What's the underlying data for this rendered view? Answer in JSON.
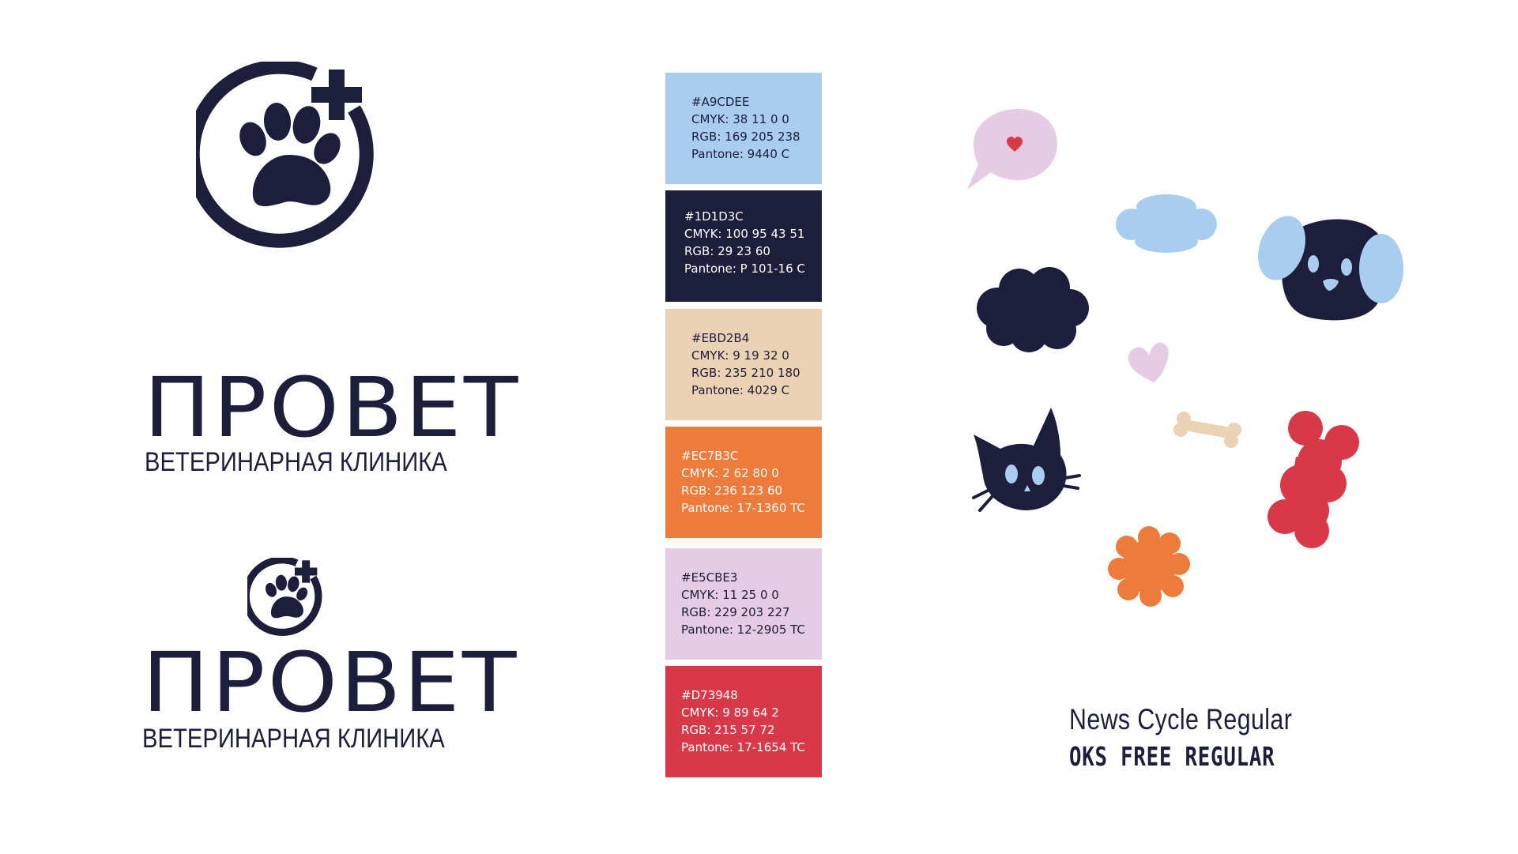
{
  "brand": {
    "name": "ПРОВЕТ",
    "tagline": "ВЕТЕРИНАРНАЯ КЛИНИКА"
  },
  "palette": [
    {
      "hex": "#A9CDEE",
      "cmyk": "CMYK: 38 11 0 0",
      "rgb": "RGB: 169 205 238",
      "pantone": "Pantone: 9440 C",
      "bg": "#A9CDEE",
      "fg": "#1d1d3c"
    },
    {
      "hex": "#1D1D3C",
      "cmyk": "CMYK: 100 95 43 51",
      "rgb": "RGB: 29 23 60",
      "pantone": "Pantone: P 101-16 C",
      "bg": "#1D1D3C",
      "fg": "#ffffff"
    },
    {
      "hex": "#EBD2B4",
      "cmyk": "CMYK: 9 19 32 0",
      "rgb": "RGB: 235 210 180",
      "pantone": "Pantone: 4029 C",
      "bg": "#EBD2B4",
      "fg": "#1d1d3c"
    },
    {
      "hex": "#EC7B3C",
      "cmyk": "CMYK: 2 62 80 0",
      "rgb": "RGB: 236 123 60",
      "pantone": "Pantone: 17-1360 TC",
      "bg": "#EC7B3C",
      "fg": "#ffffff"
    },
    {
      "hex": "#E5CBE3",
      "cmyk": "CMYK: 11 25 0 0",
      "rgb": "RGB: 229 203 227",
      "pantone": "Pantone: 12-2905 TC",
      "bg": "#E5CBE3",
      "fg": "#1d1d3c"
    },
    {
      "hex": "#D73948",
      "cmyk": "CMYK: 9 89 64 2",
      "rgb": "RGB: 215 57 72",
      "pantone": "Pantone: 17-1654 TC",
      "bg": "#D73948",
      "fg": "#ffffff"
    }
  ],
  "fonts": {
    "primary": "News Cycle Regular",
    "secondary": "OKS FREE REGULAR"
  },
  "icons": [
    "paw-plus-logo-icon",
    "speech-bubble-heart-icon",
    "cloud-icon",
    "dog-face-icon",
    "heart-icon",
    "bone-icon",
    "cat-face-icon",
    "flower-icon",
    "bone-chew-toy-icon"
  ]
}
